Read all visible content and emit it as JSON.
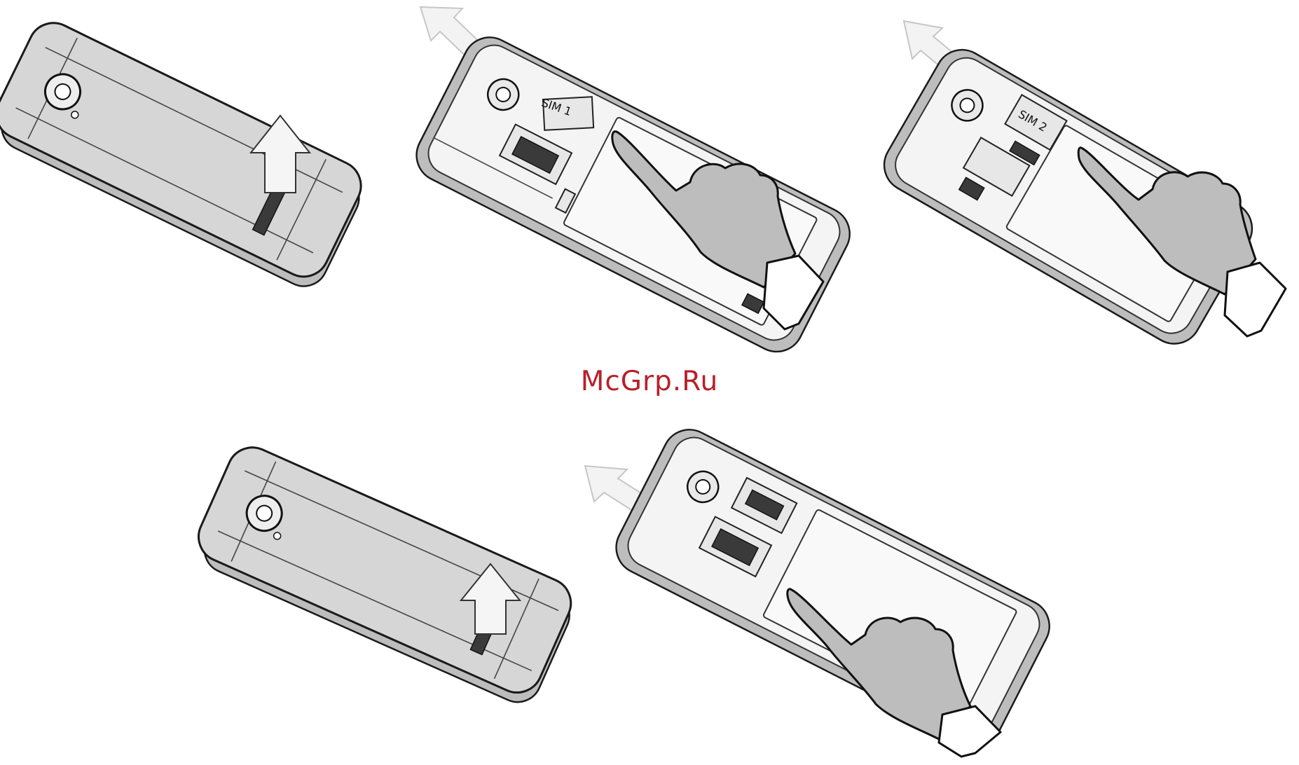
{
  "watermark": {
    "text": "McGrp.Ru",
    "color": "#b8202a"
  },
  "sim_labels": {
    "sim1": "SIM 1",
    "sim2": "SIM 2"
  },
  "icons": {
    "lift": "arrow-up-icon",
    "slide": "arrow-up-left-icon",
    "hand": "pointing-hand-icon"
  }
}
